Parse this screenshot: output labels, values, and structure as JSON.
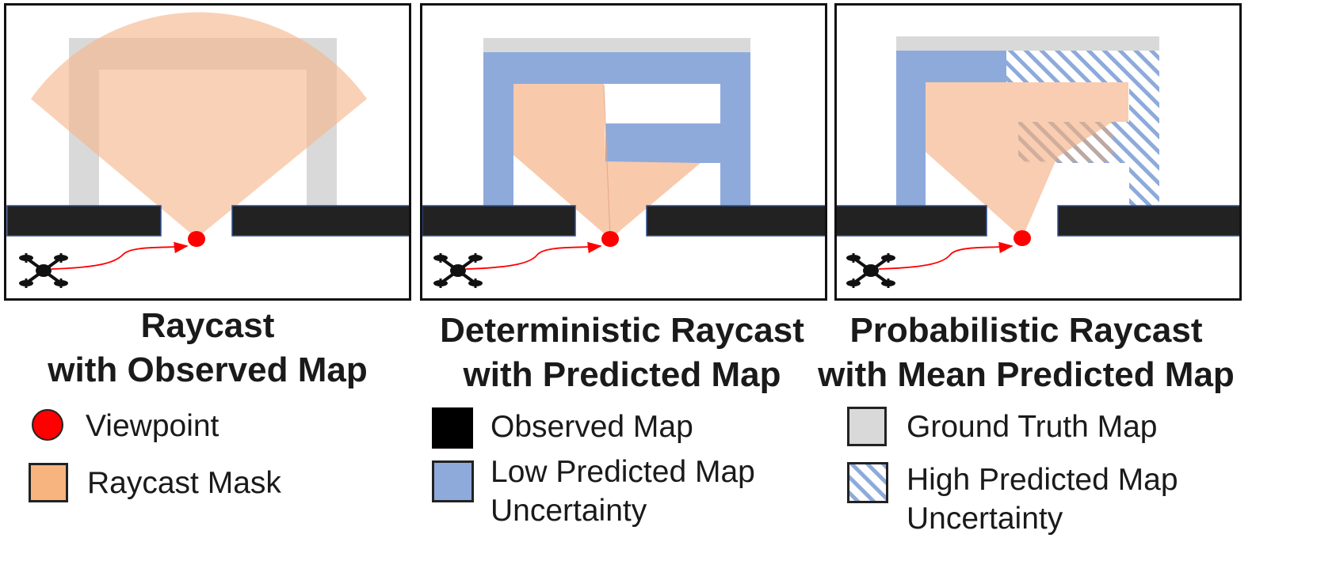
{
  "panels": [
    {
      "caption_line1": "Raycast",
      "caption_line2": "with Observed Map"
    },
    {
      "caption_line1": "Deterministic Raycast",
      "caption_line2": "with Predicted Map"
    },
    {
      "caption_line1": "Probabilistic Raycast",
      "caption_line2": "with Mean Predicted Map"
    }
  ],
  "legend": {
    "viewpoint": "Viewpoint",
    "raycast_mask": "Raycast Mask",
    "observed_map": "Observed Map",
    "low_uncertainty_line1": "Low Predicted Map",
    "low_uncertainty_line2": "Uncertainty",
    "ground_truth_map": "Ground Truth Map",
    "high_uncertainty_line1": "High Predicted Map",
    "high_uncertainty_line2": "Uncertainty"
  },
  "colors": {
    "observed": "#222222",
    "ground_truth": "#d9d9d9",
    "predicted": "#8eaadb",
    "raycast_mask": "#f8c9ab",
    "raycast_legend": "#f8b47e",
    "viewpoint": "#ff0000"
  },
  "icons": [
    "drone-icon",
    "trajectory-arrow-icon",
    "viewpoint-marker-icon"
  ]
}
